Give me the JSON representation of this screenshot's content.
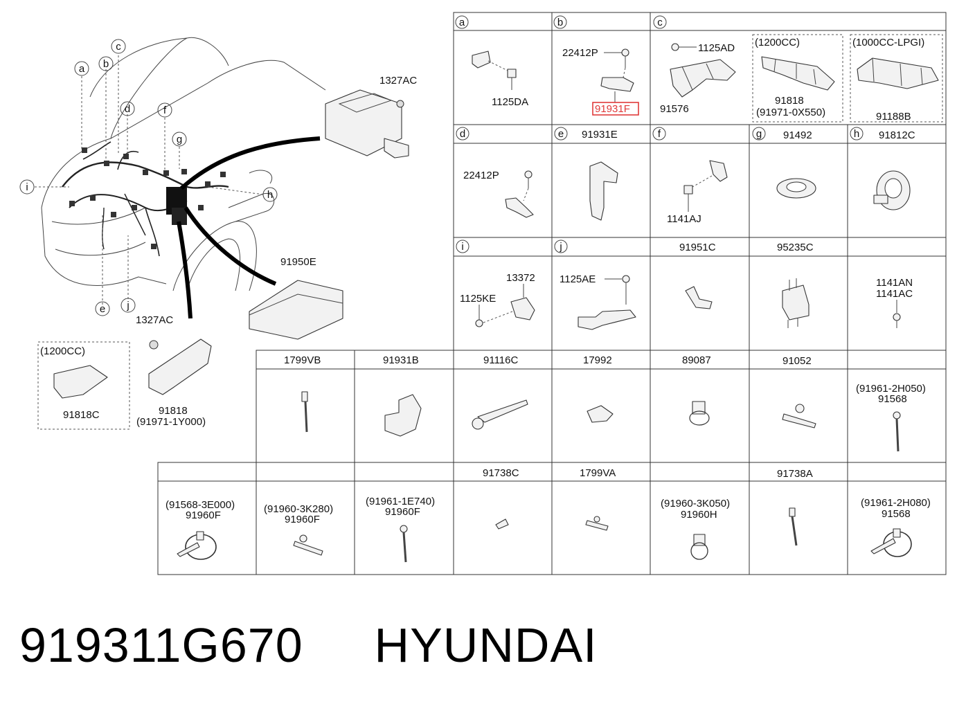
{
  "footer": {
    "part_number": "919311G670",
    "brand": "HYUNDAI"
  },
  "left_labels": {
    "callouts": [
      "a",
      "b",
      "c",
      "d",
      "f",
      "g",
      "h",
      "i",
      "e",
      "j"
    ],
    "fuse_box_top": "1327AC",
    "junction_box": "91950E",
    "bracket_nut": "1327AC",
    "bracket_main_1": "91818",
    "bracket_main_2": "(91971-1Y000)",
    "variant_1200": "(1200CC)",
    "bracket_1200": "91818C"
  },
  "grid": {
    "row1": {
      "a": {
        "letter": "a",
        "part": "1125DA"
      },
      "b": {
        "letter": "b",
        "part_top": "22412P",
        "part_highlight": "91931F"
      },
      "c": {
        "letter": "c",
        "part_top": "1125AD",
        "part_bottom": "91576",
        "sub1_title": "(1200CC)",
        "sub1_part": "91818",
        "sub1_alt": "(91971-0X550)",
        "sub2_title": "(1000CC-LPGI)",
        "sub2_part": "91188B"
      }
    },
    "row2": [
      {
        "letter": "d",
        "title": "",
        "part": "22412P"
      },
      {
        "letter": "e",
        "title": "91931E",
        "part": ""
      },
      {
        "letter": "f",
        "title": "",
        "part": "1141AJ"
      },
      {
        "letter": "g",
        "title": "91492",
        "part": ""
      },
      {
        "letter": "h",
        "title": "91812C",
        "part": ""
      }
    ],
    "row3": [
      {
        "letter": "i",
        "title": "",
        "part1": "1125KE",
        "part2": "13372"
      },
      {
        "letter": "j",
        "title": "",
        "part1": "1125AE"
      },
      {
        "letter": "",
        "title": "91951C"
      },
      {
        "letter": "",
        "title": "95235C"
      },
      {
        "letter": "",
        "title": "",
        "part1": "1141AN",
        "part2": "1141AC"
      }
    ],
    "row4": [
      {
        "title": "1799VB"
      },
      {
        "title": "91931B"
      },
      {
        "title": "91116C"
      },
      {
        "title": "17992"
      },
      {
        "title": "89087"
      },
      {
        "title": "91052"
      },
      {
        "title": "",
        "alt": "(91961-2H050)",
        "part": "91568"
      }
    ],
    "row5": [
      {
        "title": "",
        "alt": "(91568-3E000)",
        "part": "91960F"
      },
      {
        "title": "",
        "alt": "(91960-3K280)",
        "part": "91960F"
      },
      {
        "title": "",
        "alt": "(91961-1E740)",
        "part": "91960F"
      },
      {
        "title": "91738C"
      },
      {
        "title": "1799VA"
      },
      {
        "title": "",
        "alt": "(91960-3K050)",
        "part": "91960H"
      },
      {
        "title": "91738A"
      },
      {
        "title": "",
        "alt": "(91961-2H080)",
        "part": "91568"
      }
    ]
  },
  "colors": {
    "highlight": "#e03a3a",
    "line": "#333333",
    "background": "#ffffff"
  }
}
